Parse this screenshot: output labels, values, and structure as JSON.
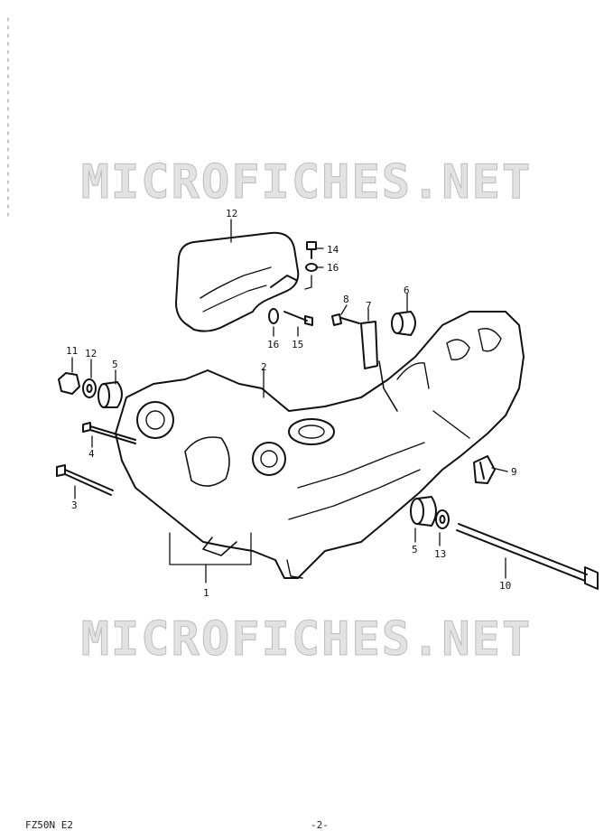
{
  "watermark": [
    "MICROFICHES.NET",
    "MICROFICHES.NET"
  ],
  "footer": {
    "model_code": "FZ50N E2",
    "page_number": "-2-"
  },
  "callouts": [
    "1",
    "2",
    "3",
    "4",
    "5",
    "5",
    "6",
    "7",
    "8",
    "9",
    "10",
    "11",
    "12",
    "12",
    "13",
    "14",
    "15",
    "16",
    "16"
  ]
}
